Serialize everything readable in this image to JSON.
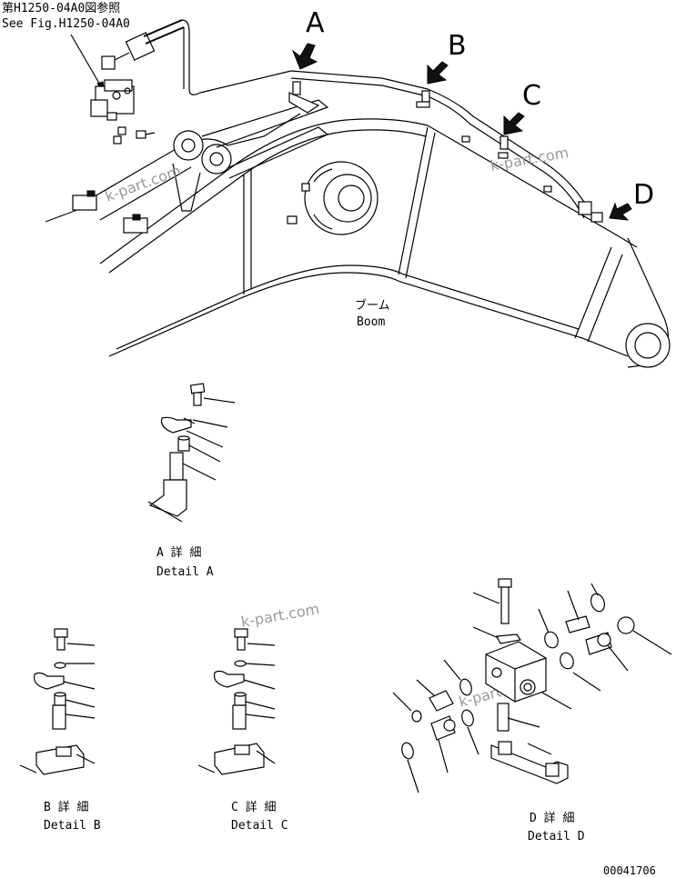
{
  "reference": {
    "jp": "第H1250-04A0図参照",
    "en": "See Fig.H1250-04A0"
  },
  "arrows": [
    "A",
    "B",
    "C",
    "D"
  ],
  "boom": {
    "jp": "ブーム",
    "en": "Boom"
  },
  "details": [
    {
      "jp": "A 詳 細",
      "en": "Detail A"
    },
    {
      "jp": "B 詳 細",
      "en": "Detail B"
    },
    {
      "jp": "C 詳 細",
      "en": "Detail C"
    },
    {
      "jp": "D 詳 細",
      "en": "Detail D"
    }
  ],
  "watermark": "k-part.com",
  "figure_number": "00041706"
}
